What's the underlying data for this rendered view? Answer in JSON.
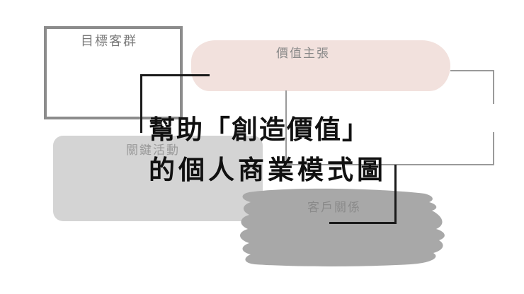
{
  "diagram": {
    "blocks": {
      "target_customers": {
        "label": "目標客群",
        "border_color": "#8c8c8c"
      },
      "value_proposition": {
        "label": "價值主張",
        "fill_color": "#f2e1dd"
      },
      "key_activities": {
        "label": "關鍵活動",
        "fill_color": "#d4d4d4"
      },
      "customer_relationships": {
        "label": "客戶關係",
        "fill_color": "#a8a8a8"
      }
    },
    "title": {
      "line1": "幫助「創造價值」",
      "line2": "的個人商業模式圖"
    }
  }
}
